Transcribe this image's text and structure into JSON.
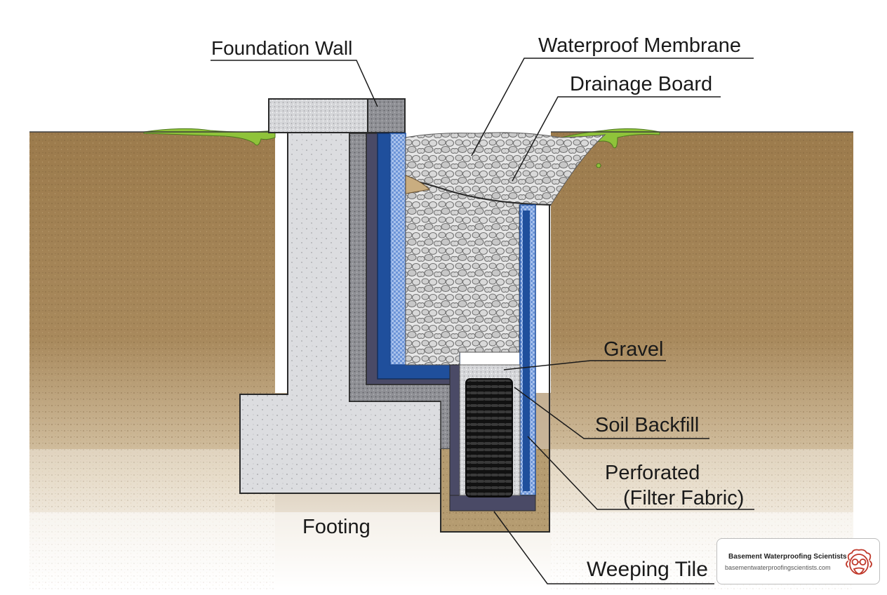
{
  "labels": {
    "foundation_wall": "Foundation Wall",
    "waterproof_membrane": "Waterproof Membrane",
    "drainage_board": "Drainage Board",
    "gravel": "Gravel",
    "soil_backfill": "Soil Backfill",
    "perforated": "Perforated",
    "filter_fabric": "(Filter Fabric)",
    "footing": "Footing",
    "weeping_tile": "Weeping Tile"
  },
  "brand": {
    "name": "Basement Waterproofing Scientists",
    "url": "basementwaterproofingscientists.com",
    "logo_icon": "scientist-mascot-icon"
  },
  "colors": {
    "soil": "#9c7b4c",
    "soil_dark": "#7f613a",
    "grass": "#8fc33a",
    "concrete": "#dcdde0",
    "membrane_blue": "#1f4f9c",
    "drainage_blue": "#5f8ed6",
    "gravel": "#cfcfcf",
    "pipe": "#1c1c1c",
    "brand_red": "#c0392b"
  }
}
